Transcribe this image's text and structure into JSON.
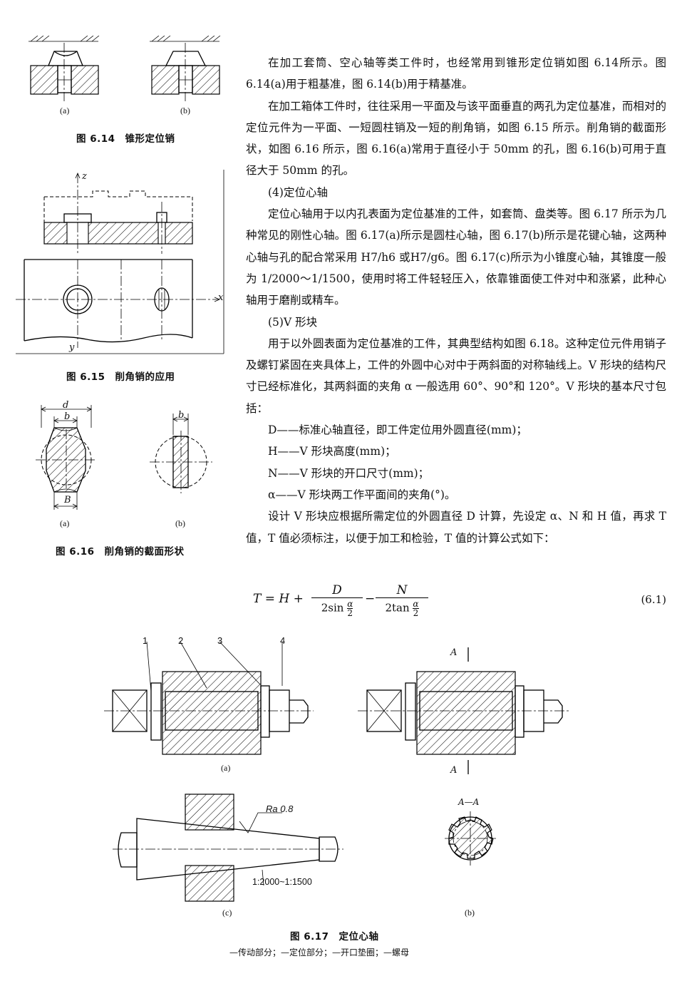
{
  "fig614": {
    "sub_a": "(a)",
    "sub_b": "(b)",
    "caption": "图 6.14　锥形定位销"
  },
  "fig615": {
    "axis_z": "z",
    "axis_x": "x",
    "axis_y": "y",
    "caption": "图 6.15　削角销的应用"
  },
  "fig616": {
    "label_d": "d",
    "label_b": "b",
    "label_B": "B",
    "label_b2": "b",
    "sub_a": "(a)",
    "sub_b": "(b)",
    "caption": "图 6.16　削角销的截面形状"
  },
  "body": {
    "p1": "在加工套筒、空心轴等类工件时，也经常用到锥形定位销如图 6.14所示。图 6.14(a)用于粗基准，图 6.14(b)用于精基准。",
    "p2": "在加工箱体工件时，往往采用一平面及与该平面垂直的两孔为定位基准，而相对的定位元件为一平面、一短圆柱销及一短的削角销，如图 6.15 所示。削角销的截面形状，如图 6.16 所示，图 6.16(a)常用于直径小于 50mm 的孔，图 6.16(b)可用于直径大于 50mm 的孔。",
    "h4": "(4)定位心轴",
    "p3": "定位心轴用于以内孔表面为定位基准的工件，如套筒、盘类等。图 6.17 所示为几种常见的刚性心轴。图 6.17(a)所示是圆柱心轴，图 6.17(b)所示是花键心轴，这两种心轴与孔的配合常采用 H7/h6 或H7/g6。图 6.17(c)所示为小锥度心轴，其锥度一般为 1/2000～1/1500，使用时将工件轻轻压入，依靠锥面使工件对中和涨紧，此种心轴用于磨削或精车。",
    "h5": "(5)V 形块",
    "p4": "用于以外圆表面为定位基准的工件，其典型结构如图 6.18。这种定位元件用销子及螺钉紧固在夹具体上，工件的外圆中心对中于两斜面的对称轴线上。V 形块的结构尺寸已经标准化，其两斜面的夹角 α 一般选用 60°、90°和 120°。V 形块的基本尺寸包括：",
    "d1": "D——标准心轴直径，即工件定位用外圆直径(mm)；",
    "d2": "H——V 形块高度(mm)；",
    "d3": "N——V 形块的开口尺寸(mm)；",
    "d4": "α——V 形块两工作平面间的夹角(°)。",
    "p5": "设计 V 形块应根据所需定位的外圆直径 D 计算，先设定 α、N 和 H 值，再求 T 值，T 值必须标注，以便于加工和检验，T 值的计算公式如下："
  },
  "equation": {
    "lhs": "T = H +",
    "f1_num": "D",
    "f1_den": "2sin",
    "minus": "−",
    "f2_num": "N",
    "f2_den": "2tan",
    "alpha": "α",
    "two": "2",
    "number": "(6.1)"
  },
  "fig617": {
    "n1": "1",
    "n2": "2",
    "n3": "3",
    "n4": "4",
    "sec_a_top": "A",
    "sec_a_bot": "A",
    "section_label": "A—A",
    "ra": "Ra 0.8",
    "taper": "1:2000~1:1500",
    "sub_a": "(a)",
    "sub_c": "(c)",
    "sub_b": "(b)",
    "caption": "图 6.17　定位心轴",
    "legend": "—传动部分；—定位部分；—开口垫圈；—螺母"
  }
}
